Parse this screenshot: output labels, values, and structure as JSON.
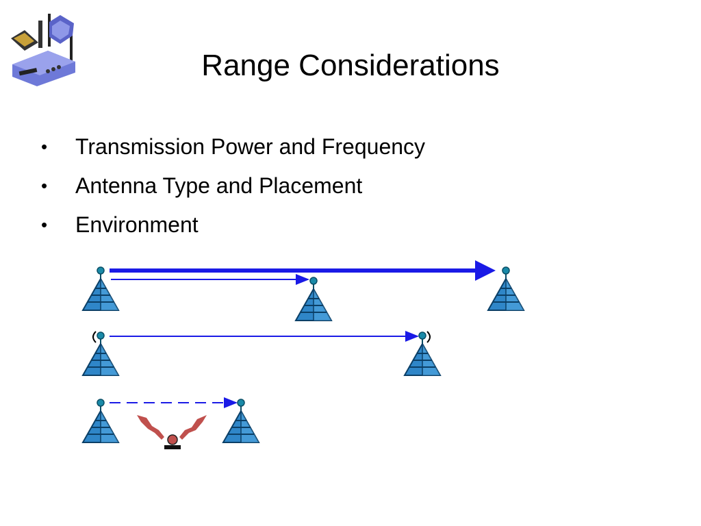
{
  "slide": {
    "title": "Range Considerations",
    "bullets": [
      "Transmission Power and Frequency",
      "Antenna Type and Placement",
      "Environment"
    ],
    "bullet_glyph": "•"
  },
  "icons": {
    "logo": "wireless-router-icon",
    "tower": "antenna-tower-icon",
    "interference": "interference-source-icon"
  },
  "colors": {
    "arrow": "#1a1ae6",
    "tower_fill": "#2f86c8",
    "tower_dot": "#1a8aa8",
    "bolt": "#c0504d"
  }
}
